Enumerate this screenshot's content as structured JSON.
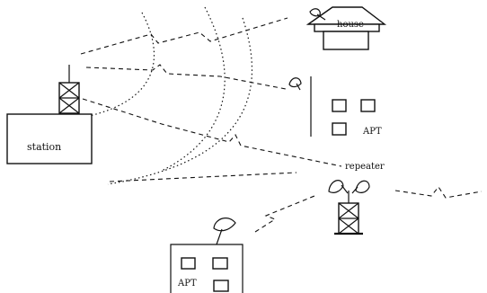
{
  "labels": {
    "station": "station",
    "house": "house",
    "apt_right": "APT",
    "apt_bottom": "APT",
    "repeater": "repeater"
  },
  "colors": {
    "ink": "#111111",
    "background": "#ffffff"
  }
}
